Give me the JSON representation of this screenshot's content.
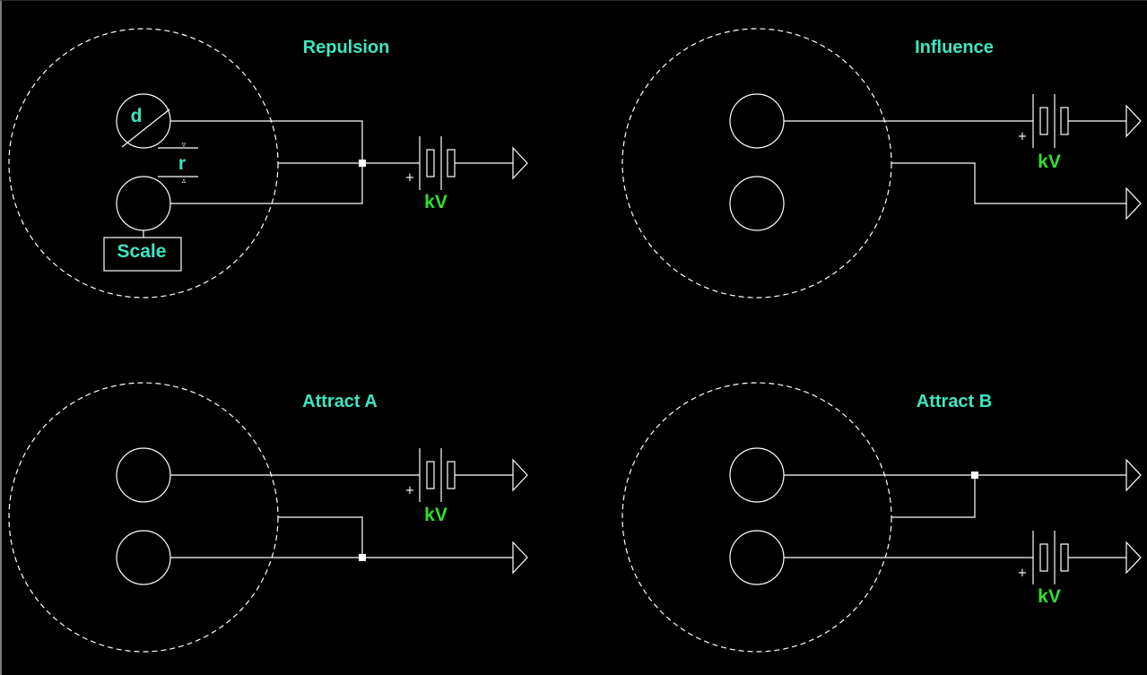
{
  "panels": {
    "repulsion": {
      "title": "Repulsion",
      "battery_label": "kV",
      "battery_polarity": "+",
      "dimension_d": "d",
      "dimension_r": "r",
      "scale_label": "Scale",
      "gap_arrow_top": "▿",
      "gap_arrow_bottom": "▵"
    },
    "influence": {
      "title": "Influence",
      "battery_label": "kV",
      "battery_polarity": "+"
    },
    "attract_a": {
      "title": "Attract A",
      "battery_label": "kV",
      "battery_polarity": "+"
    },
    "attract_b": {
      "title": "Attract B",
      "battery_label": "kV",
      "battery_polarity": "+"
    }
  },
  "colors": {
    "background": "#000000",
    "title": "#3ee6c3",
    "voltage_label": "#2fe02f",
    "wire": "#ffffff"
  }
}
